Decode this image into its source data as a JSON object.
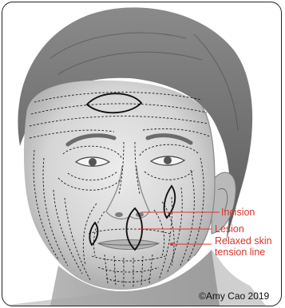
{
  "labels": {
    "incision": "Incision",
    "lesion": "Lesion",
    "rstl_line1": "Relaxed skin",
    "rstl_line2": "tension line"
  },
  "credit": "©Amy Cao 2019",
  "colors": {
    "label_red": "#d9342b",
    "hair": "#6f6f6f",
    "skin": "#d6d6d6",
    "line": "#1a1a1a"
  }
}
